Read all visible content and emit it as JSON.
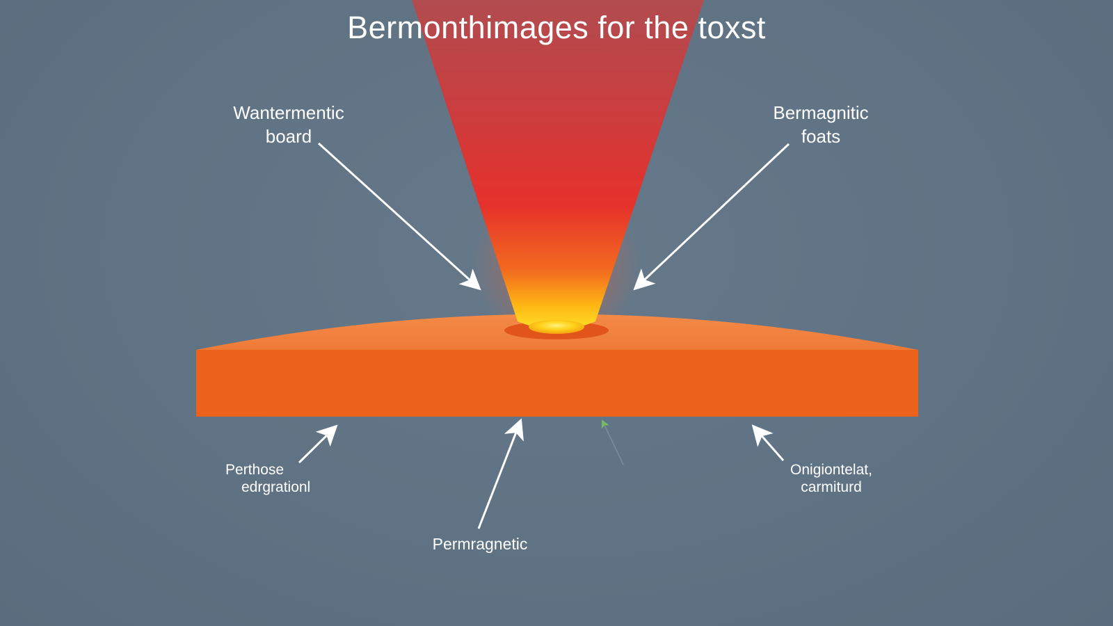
{
  "title": "Bermonthimages for the toxst",
  "labels": {
    "top_left": {
      "line1": "Wantermentic",
      "line2": "board"
    },
    "top_right": {
      "line1": "Bermagnitic",
      "line2": "foats"
    },
    "bottom_left": {
      "line1": "Perthose",
      "line2": "edrgrationl"
    },
    "bottom_center": {
      "line1": "Permragnetic"
    },
    "bottom_right": {
      "line1": "Onigiontelat,",
      "line2": "carmiturd"
    }
  },
  "colors": {
    "background": "#5f7384",
    "slab_top": "#f07f3f",
    "slab_front": "#ec621d",
    "beam_red": "#e0302c",
    "hotspot": "#ffd21a",
    "arrow": "#ffffff",
    "faint_arrow": "#7ed957"
  }
}
